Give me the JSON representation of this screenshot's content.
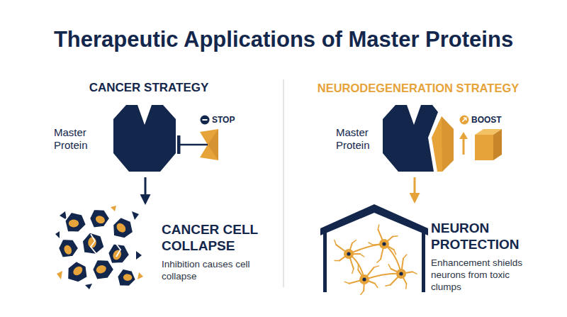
{
  "diagram": {
    "title": "Therapeutic Applications of Master Proteins",
    "nodes": [
      {
        "text": [
          "Master Protein"
        ]
      },
      {
        "text": [
          "STOP"
        ]
      },
      {
        "text": [
          "CANCER CELL COLLAPSE",
          "Inhibition causes cell collapse"
        ]
      },
      {
        "text": [
          "Master Protein"
        ]
      },
      {
        "text": [
          "BOOST"
        ]
      },
      {
        "text": [
          "NEURON PROTECTION",
          "Enhancement shields neurons from toxic clumps"
        ]
      }
    ],
    "edges": [
      {
        "from": 1,
        "to": 0,
        "arrow": "to"
      },
      {
        "from": 0,
        "to": 2,
        "arrow": "to"
      },
      {
        "from": 3,
        "to": 5,
        "arrow": "to"
      }
    ],
    "labels": [
      "CANCER STRATEGY",
      "NEURODEGENERATION STRATEGY"
    ]
  }
}
